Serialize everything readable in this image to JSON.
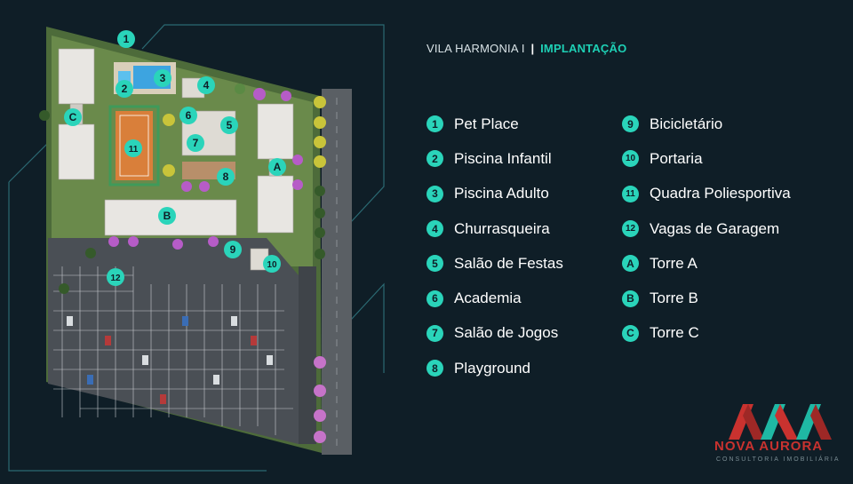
{
  "header": {
    "project": "VILA HARMONIA I",
    "separator": "|",
    "section": "IMPLANTAÇÃO"
  },
  "colors": {
    "background": "#0f1e27",
    "accent": "#2ad4ba",
    "logo_red": "#c9322f"
  },
  "legend_left": [
    {
      "key": "1",
      "label": "Pet Place"
    },
    {
      "key": "2",
      "label": "Piscina Infantil"
    },
    {
      "key": "3",
      "label": "Piscina Adulto"
    },
    {
      "key": "4",
      "label": "Churrasqueira"
    },
    {
      "key": "5",
      "label": "Salão de Festas"
    },
    {
      "key": "6",
      "label": "Academia"
    },
    {
      "key": "7",
      "label": "Salão de Jogos"
    },
    {
      "key": "8",
      "label": "Playground"
    }
  ],
  "legend_right": [
    {
      "key": "9",
      "label": "Bicicletário"
    },
    {
      "key": "10",
      "label": "Portaria"
    },
    {
      "key": "11",
      "label": "Quadra Poliesportiva"
    },
    {
      "key": "12",
      "label": "Vagas de Garagem"
    },
    {
      "key": "A",
      "label": "Torre A"
    },
    {
      "key": "B",
      "label": "Torre B"
    },
    {
      "key": "C",
      "label": "Torre C"
    }
  ],
  "map_markers": [
    "1",
    "2",
    "3",
    "4",
    "5",
    "6",
    "7",
    "8",
    "9",
    "10",
    "11",
    "12",
    "A",
    "B",
    "C"
  ],
  "logo": {
    "text": "NOVA AURORA",
    "subtitle": "CONSULTORIA IMOBILIÁRIA"
  }
}
